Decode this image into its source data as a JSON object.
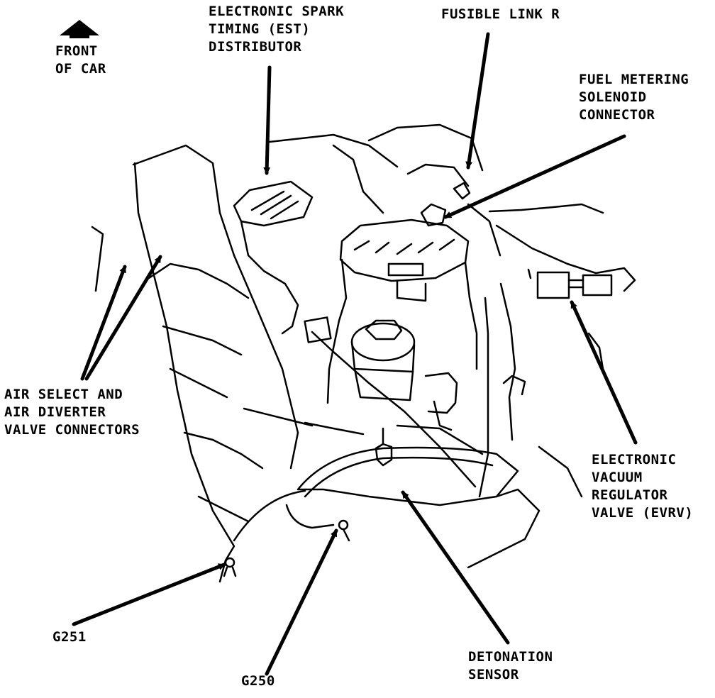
{
  "colors": {
    "ink": "#000000",
    "paper": "#ffffff"
  },
  "icons": {
    "front_arrow": "arrow-up-icon"
  },
  "labels": {
    "front": [
      "FRONT",
      "OF CAR"
    ],
    "est": [
      "ELECTRONIC SPARK",
      "TIMING (EST)",
      "DISTRIBUTOR"
    ],
    "fusible": [
      "FUSIBLE LINK R"
    ],
    "fuel": [
      "FUEL METERING",
      "SOLENOID",
      "CONNECTOR"
    ],
    "air": [
      "AIR SELECT AND",
      "AIR DIVERTER",
      "VALVE CONNECTORS"
    ],
    "evrv": [
      "ELECTRONIC",
      "VACUUM",
      "REGULATOR",
      "VALVE (EVRV)"
    ],
    "g251": [
      "G251"
    ],
    "g250": [
      "G250"
    ],
    "detonation": [
      "DETONATION",
      "SENSOR"
    ]
  }
}
